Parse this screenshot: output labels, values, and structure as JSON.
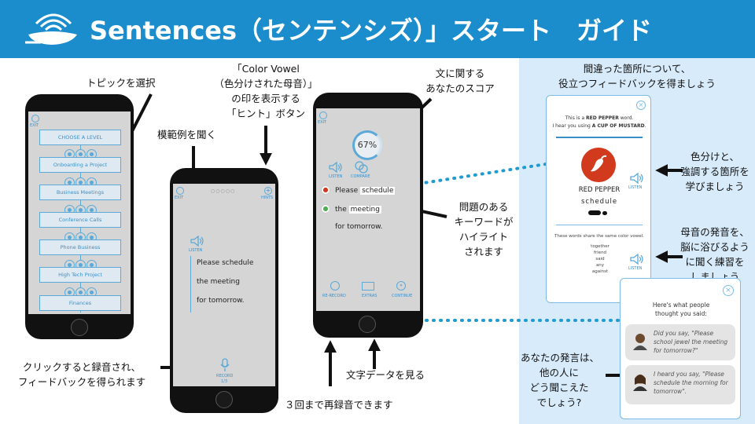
{
  "header": {
    "title": "Sentences（センテンシズ）」スタート　ガイド"
  },
  "annotations": {
    "select_topic": "トピックを選択",
    "listen_model": "模範例を聞く",
    "color_vowel_hint": [
      "「Color Vowel",
      "（色分けされた母音）」",
      "の印を表示する",
      "「ヒント」ボタン"
    ],
    "score": [
      "文に関する",
      "あなたのスコア"
    ],
    "problem_words": [
      "問題のある",
      "キーワードが",
      "ハイライト",
      "されます"
    ],
    "click_record": [
      "クリックすると録音され、",
      "フィードバックを得られます"
    ],
    "see_text": "文字データを見る",
    "rerecord": "３回まで再録音できます",
    "feedback_title": [
      "間違った箇所について、",
      "役立つフィードバックを得ましょう"
    ],
    "color_learn": [
      "色分けと、",
      "強調する箇所を",
      "学びましょう"
    ],
    "vowel_practice": [
      "母音の発音を、",
      "脳に浴びるよう",
      "に聞く練習を",
      "しましょう"
    ],
    "others_hear": [
      "あなたの発言は、",
      "他の人に",
      "どう聞こえた",
      "でしょう?"
    ]
  },
  "phone1": {
    "exit": "EXIT",
    "heading": "CHOOSE A LEVEL",
    "levels": [
      "Onboarding a Project",
      "Business Meetings",
      "Conference Calls",
      "Phone Business",
      "High Tech Project",
      "Finances"
    ]
  },
  "phone2": {
    "exit": "EXIT",
    "hints": "HINTS",
    "listen": "LISTEN",
    "lines": [
      "Please schedule",
      "the meeting",
      "for tomorrow."
    ],
    "record": "RECORD",
    "record_sub": "1/3"
  },
  "phone3": {
    "exit": "EXIT",
    "score": "67%",
    "listen": "LISTEN",
    "compare": "COMPARE",
    "line1_pre": "Please ",
    "line1_word": "schedule",
    "line2_pre": "the ",
    "line2_word": "meeting",
    "line3": "for tomorrow.",
    "rerecord": "RE-RECORD",
    "extras": "EXTRAS",
    "continue": "CONTINUE"
  },
  "feedback_card": {
    "line1_pre": "This is a ",
    "line1_bold": "RED PEPPER",
    "line1_post": " word.",
    "line2_pre": "I hear you using ",
    "line2_bold": "A CUP OF MUSTARD",
    "line2_post": ".",
    "word_label": "RED PEPPER",
    "sched": "schedule",
    "listen": "LISTEN",
    "same_vowel": "These words share the same color vowel.",
    "words": [
      "together",
      "friend",
      "said",
      "any",
      "against"
    ],
    "listen2": "LISTEN"
  },
  "people_card": {
    "title": [
      "Here's what people",
      "thought you said:"
    ],
    "bubble1": "Did you say, \"Please school jewel the meeting for tomorrow?\"",
    "bubble2": "I heard you say, \"Please schedule the morning for tomorrow\"."
  },
  "colors": {
    "header": "#1b8ccc",
    "panel": "#d8ebfa",
    "accent": "#3a8fc7",
    "dots": "#1f9bd1",
    "pepper": "#d23a1e"
  }
}
